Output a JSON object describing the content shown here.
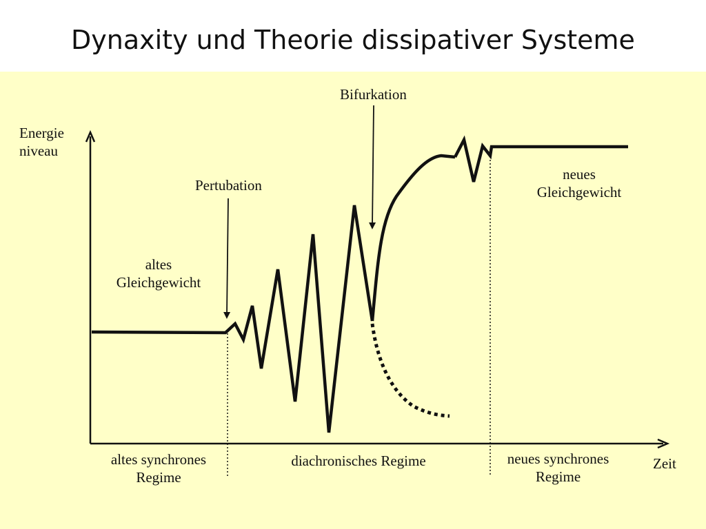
{
  "title": "Dynaxity und Theorie dissipativer Systeme",
  "labels": {
    "y_axis": "Energie\nniveau",
    "x_axis": "Zeit",
    "pertubation": "Pertubation",
    "bifurkation": "Bifurkation",
    "old_equilibrium": "altes\nGleichgewicht",
    "new_equilibrium": "neues\nGleichgewicht",
    "old_regime": "altes synchrones\nRegime",
    "diachronic_regime": "diachronisches Regime",
    "new_regime": "neues synchrones\nRegime"
  },
  "colors": {
    "background": "#ffffc8",
    "line": "#111111"
  }
}
